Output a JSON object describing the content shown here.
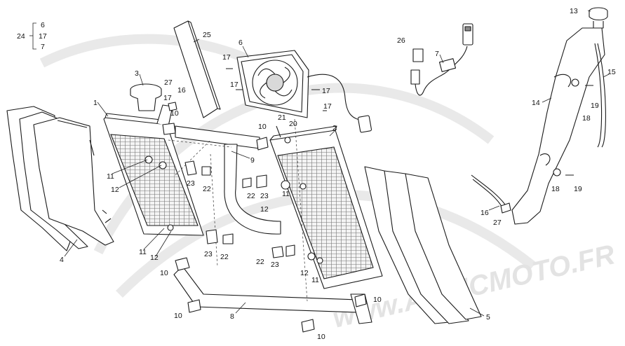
{
  "diagram": {
    "watermark": "www.AMMCMOTO.FR",
    "kit": {
      "id": "24",
      "includes": [
        "6",
        "17",
        "7"
      ]
    },
    "callouts": [
      {
        "id": "c1",
        "text": "1"
      },
      {
        "id": "c2",
        "text": "2"
      },
      {
        "id": "c3",
        "text": "3"
      },
      {
        "id": "c4",
        "text": "4"
      },
      {
        "id": "c5",
        "text": "5"
      },
      {
        "id": "c6",
        "text": "6"
      },
      {
        "id": "c7",
        "text": "7"
      },
      {
        "id": "c8",
        "text": "8"
      },
      {
        "id": "c9",
        "text": "9"
      },
      {
        "id": "c10a",
        "text": "10"
      },
      {
        "id": "c10b",
        "text": "10"
      },
      {
        "id": "c10c",
        "text": "10"
      },
      {
        "id": "c10d",
        "text": "10"
      },
      {
        "id": "c10e",
        "text": "10"
      },
      {
        "id": "c10f",
        "text": "10"
      },
      {
        "id": "c11a",
        "text": "11"
      },
      {
        "id": "c11b",
        "text": "11"
      },
      {
        "id": "c11c",
        "text": "11"
      },
      {
        "id": "c11d",
        "text": "11"
      },
      {
        "id": "c12a",
        "text": "12"
      },
      {
        "id": "c12b",
        "text": "12"
      },
      {
        "id": "c12c",
        "text": "12"
      },
      {
        "id": "c12d",
        "text": "12"
      },
      {
        "id": "c13",
        "text": "13"
      },
      {
        "id": "c14",
        "text": "14"
      },
      {
        "id": "c15",
        "text": "15"
      },
      {
        "id": "c16a",
        "text": "16"
      },
      {
        "id": "c16b",
        "text": "16"
      },
      {
        "id": "c17a",
        "text": "17"
      },
      {
        "id": "c17b",
        "text": "17"
      },
      {
        "id": "c17c",
        "text": "17"
      },
      {
        "id": "c17d",
        "text": "17"
      },
      {
        "id": "c17e",
        "text": "17"
      },
      {
        "id": "c18a",
        "text": "18"
      },
      {
        "id": "c18b",
        "text": "18"
      },
      {
        "id": "c19a",
        "text": "19"
      },
      {
        "id": "c19b",
        "text": "19"
      },
      {
        "id": "c20",
        "text": "20"
      },
      {
        "id": "c21",
        "text": "21"
      },
      {
        "id": "c22a",
        "text": "22"
      },
      {
        "id": "c22b",
        "text": "22"
      },
      {
        "id": "c22c",
        "text": "22"
      },
      {
        "id": "c22d",
        "text": "22"
      },
      {
        "id": "c23a",
        "text": "23"
      },
      {
        "id": "c23b",
        "text": "23"
      },
      {
        "id": "c23c",
        "text": "23"
      },
      {
        "id": "c23d",
        "text": "23"
      },
      {
        "id": "c25",
        "text": "25"
      },
      {
        "id": "c26",
        "text": "26"
      },
      {
        "id": "c27a",
        "text": "27"
      },
      {
        "id": "c27b",
        "text": "27"
      }
    ]
  }
}
